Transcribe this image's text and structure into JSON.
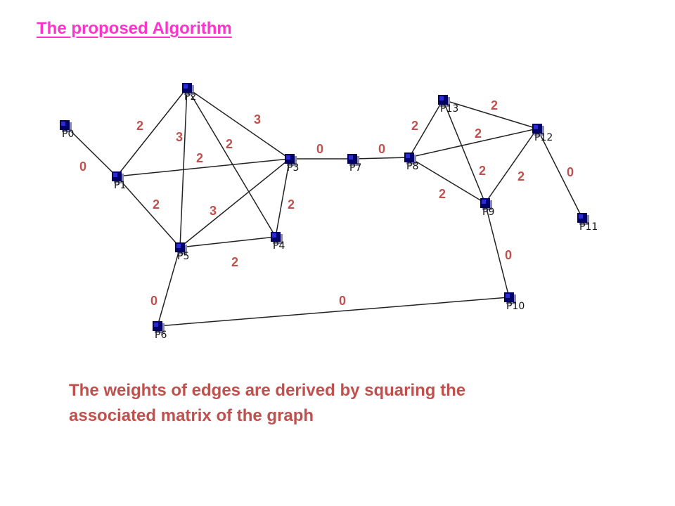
{
  "title": "The proposed Algorithm",
  "caption": {
    "line1": "The weights of edges are derived by squaring the",
    "line2": "associated matrix of the graph"
  },
  "colors": {
    "title": "#ff33cc",
    "caption": "#c0504d",
    "weight": "#c0504d",
    "node": "#000066",
    "edge": "#222222"
  },
  "graph": {
    "nodes": [
      {
        "id": "P0",
        "label": "P0"
      },
      {
        "id": "P1",
        "label": "P1"
      },
      {
        "id": "P2",
        "label": "P2"
      },
      {
        "id": "P3",
        "label": "P3"
      },
      {
        "id": "P4",
        "label": "P4"
      },
      {
        "id": "P5",
        "label": "P5"
      },
      {
        "id": "P6",
        "label": "P6"
      },
      {
        "id": "P7",
        "label": "P7"
      },
      {
        "id": "P8",
        "label": "P8"
      },
      {
        "id": "P9",
        "label": "P9"
      },
      {
        "id": "P10",
        "label": "P10"
      },
      {
        "id": "P11",
        "label": "P11"
      },
      {
        "id": "P12",
        "label": "P12"
      },
      {
        "id": "P13",
        "label": "P13"
      }
    ],
    "edges": [
      {
        "from": "P0",
        "to": "P1",
        "weight": "0"
      },
      {
        "from": "P1",
        "to": "P2",
        "weight": "2"
      },
      {
        "from": "P1",
        "to": "P3",
        "weight": "2"
      },
      {
        "from": "P1",
        "to": "P5",
        "weight": "2"
      },
      {
        "from": "P2",
        "to": "P5",
        "weight": "3"
      },
      {
        "from": "P2",
        "to": "P3",
        "weight": "3"
      },
      {
        "from": "P2",
        "to": "P4",
        "weight": "2"
      },
      {
        "from": "P3",
        "to": "P5",
        "weight": "3"
      },
      {
        "from": "P3",
        "to": "P4",
        "weight": "2"
      },
      {
        "from": "P4",
        "to": "P5",
        "weight": "2"
      },
      {
        "from": "P3",
        "to": "P7",
        "weight": "0"
      },
      {
        "from": "P7",
        "to": "P8",
        "weight": "0"
      },
      {
        "from": "P5",
        "to": "P6",
        "weight": "0"
      },
      {
        "from": "P6",
        "to": "P10",
        "weight": "0"
      },
      {
        "from": "P9",
        "to": "P10",
        "weight": "0"
      },
      {
        "from": "P8",
        "to": "P13",
        "weight": "2"
      },
      {
        "from": "P13",
        "to": "P12",
        "weight": "2"
      },
      {
        "from": "P8",
        "to": "P12",
        "weight": "2"
      },
      {
        "from": "P13",
        "to": "P9",
        "weight": "2"
      },
      {
        "from": "P8",
        "to": "P9",
        "weight": "2"
      },
      {
        "from": "P12",
        "to": "P9",
        "weight": "2"
      },
      {
        "from": "P12",
        "to": "P11",
        "weight": "0"
      }
    ]
  }
}
